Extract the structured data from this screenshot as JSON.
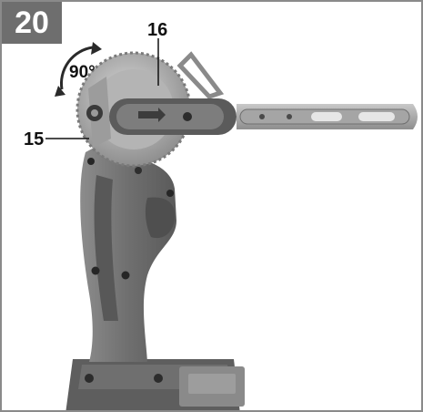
{
  "figure": {
    "number": "20",
    "callouts": {
      "part_16": "16",
      "part_15": "15"
    },
    "rotation_label": "90°"
  },
  "colors": {
    "badge_bg": "#6e6e6e",
    "frame": "#8a8a8a",
    "housing": "#7a7a7a",
    "housing_dark": "#4a4a4a",
    "metal": "#b9b9b9",
    "belt_arm": "#9a9a9a"
  },
  "icons": {
    "rotate": "rotate-arrow-icon"
  }
}
